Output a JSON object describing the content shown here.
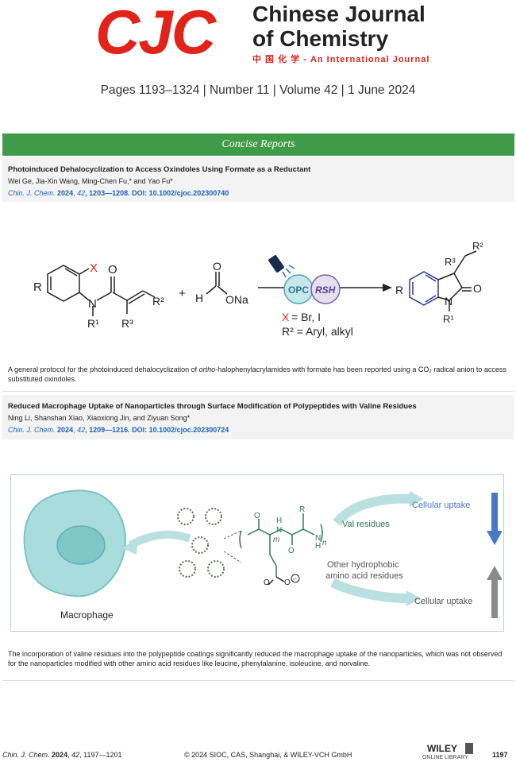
{
  "masthead": {
    "logo": "CJC",
    "journal_line1": "Chinese Journal",
    "journal_line2": "of Chemistry",
    "journal_tagline": "中 国 化 学 - An International Journal",
    "issue_info": "Pages 1193–1324 | Number 11 | Volume 42 | 1 June 2024"
  },
  "section": {
    "title": "Concise Reports"
  },
  "articles": [
    {
      "title": "Photoinduced Dehalocyclization to Access Oxindoles Using Formate as a Reductant",
      "authors": "Wei Ge, Jia-Xin Wang, Ming-Chen Fu,* and Yao Fu*",
      "cite_journal": "Chin. J. Chem.",
      "cite_year": "2024",
      "cite_volume": "42",
      "cite_pages": ", 1203—1208. DOI: 10.1002/cjoc.202300740",
      "caption_part1": "A general protocol for the photoinduced dehalocyclization of ",
      "caption_italic": "ortho",
      "caption_part2": "-halophenylacrylamides with formate has been reported using a CO₂ radical anion to access substituted oxindoles.",
      "graphic": {
        "x_label": "X",
        "x_def": "= Br, I",
        "r2_def": "R² = Aryl, alkyl",
        "opc_label": "OPC",
        "rsh_label": "RSH",
        "plus": "+",
        "ona": "ONa",
        "h": "H",
        "o": "O",
        "n": "N",
        "r": "R",
        "r1": "R¹",
        "r2": "R²",
        "r3": "R³"
      }
    },
    {
      "title": "Reduced Macrophage Uptake of Nanoparticles through Surface Modification of Polypeptides with Valine Residues",
      "authors": "Ning Li, Shanshan Xiao, Xiaoxiong Jin, and Ziyuan Song*",
      "cite_journal": "Chin. J. Chem.",
      "cite_year": "2024",
      "cite_volume": "42",
      "cite_pages": ", 1209—1216. DOI: 10.1002/cjoc.202300724",
      "caption": "The incorporation of valine residues into the polypeptide coatings significantly reduced the macrophage uptake of the nanoparticles, which was not observed for the nanoparticles modified with other amino acid residues like leucine, phenylalanine, isoleucine, and norvaline.",
      "graphic": {
        "macrophage_label": "Macrophage",
        "cellular_uptake_top": "Cellular uptake",
        "val_residues": "Val residues",
        "other_residues_line1": "Other hydrophobic",
        "other_residues_line2": "amino acid residues",
        "cellular_uptake_bottom": "Cellular uptake",
        "m": "m",
        "n": "n"
      }
    }
  ],
  "footer": {
    "left_journal": "Chin. J. Chem.",
    "left_year": "2024",
    "left_volume": "42",
    "left_pages": ", 1197—1201",
    "center": "© 2024 SIOC, CAS, Shanghai, & WILEY-VCH GmbH",
    "wiley": "WILEY",
    "wiley_sub": "ONLINE LIBRARY",
    "page_number": "1197"
  },
  "colors": {
    "brand_red": "#e2231a",
    "section_green": "#3f9b48",
    "link_blue": "#1d5fb5",
    "arrow_blue": "#4a78c8",
    "arrow_gray": "#8a8a8a",
    "cell_teal": "#9fd3d4"
  }
}
